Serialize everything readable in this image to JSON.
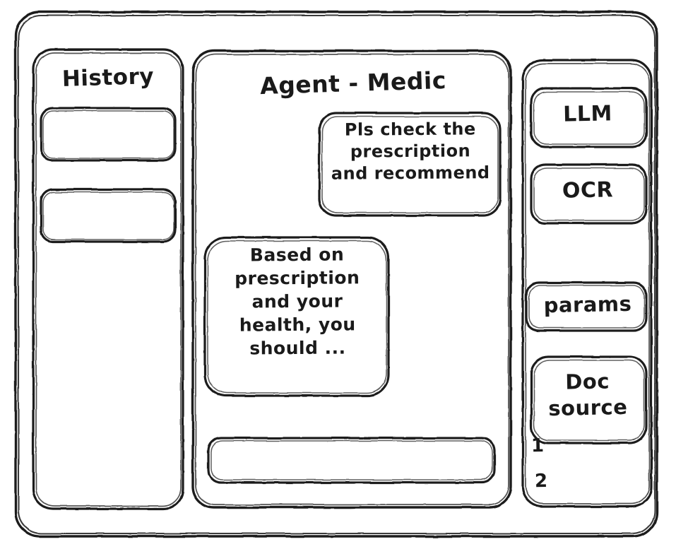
{
  "app": {
    "frame_label": "app-window",
    "stroke_color": "#1a1a1a",
    "background_color": "#ffffff"
  },
  "sidebar_left": {
    "title": "History",
    "items": [
      {
        "label": "",
        "name": "history-item-1"
      },
      {
        "label": "",
        "name": "history-item-2"
      }
    ]
  },
  "main": {
    "title": "Agent - Medic",
    "messages": [
      {
        "role": "user",
        "text": "Pls check the\nprescription\nand recommend"
      },
      {
        "role": "assistant",
        "text": "Based on\nprescription\nand your\nhealth, you\nshould ..."
      }
    ],
    "composer": {
      "value": "",
      "placeholder": ""
    }
  },
  "sidebar_right": {
    "buttons": [
      {
        "label": "LLM",
        "name": "llm-button"
      },
      {
        "label": "OCR",
        "name": "ocr-button"
      },
      {
        "label": "params",
        "name": "params-button"
      },
      {
        "label": "Doc\nsource",
        "name": "doc-source-button"
      }
    ],
    "doc_sources": [
      {
        "label": "1"
      },
      {
        "label": "2"
      }
    ]
  }
}
